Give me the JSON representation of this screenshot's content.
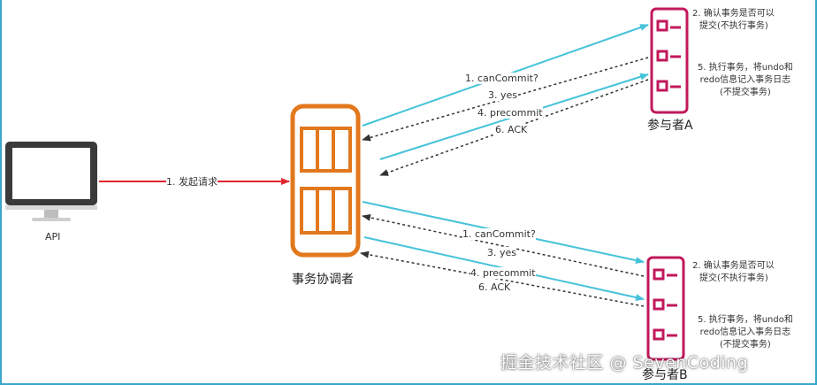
{
  "api_label": "API",
  "coordinator_label": "事务协调者",
  "participant_a_label": "参与者A",
  "participant_b_label": "参与者B",
  "request_label": "1. 发起请求",
  "a_messages": {
    "can_commit": "1. canCommit?",
    "yes": "3. yes",
    "precommit": "4. precommit",
    "ack": "6. ACK"
  },
  "b_messages": {
    "can_commit": "1. canCommit?",
    "yes": "3. yes",
    "precommit": "4. precommit",
    "ack": "6. ACK"
  },
  "a_notes": {
    "note2_l1": "2. 确认事务是否可以",
    "note2_l2": "提交(不执行事务)",
    "note5_l1": "5. 执行事务，将undo和",
    "note5_l2": "redo信息记入事务日志",
    "note5_l3": "(不提交事务)"
  },
  "b_notes": {
    "note2_l1": "2. 确认事务是否可以",
    "note2_l2": "提交(不执行事务)",
    "note5_l1": "5. 执行事务，将undo和",
    "note5_l2": "redo信息记入事务日志",
    "note5_l3": "(不提交事务)"
  },
  "watermark": "掘金技术社区 @ SevenCoding",
  "colors": {
    "request_arrow": "#e0262d",
    "send_arrow": "#46c3d9",
    "reply_arrow": "#333333",
    "coordinator": "#e2781d",
    "participant": "#c2185b",
    "frame": "#3aa6c9"
  }
}
